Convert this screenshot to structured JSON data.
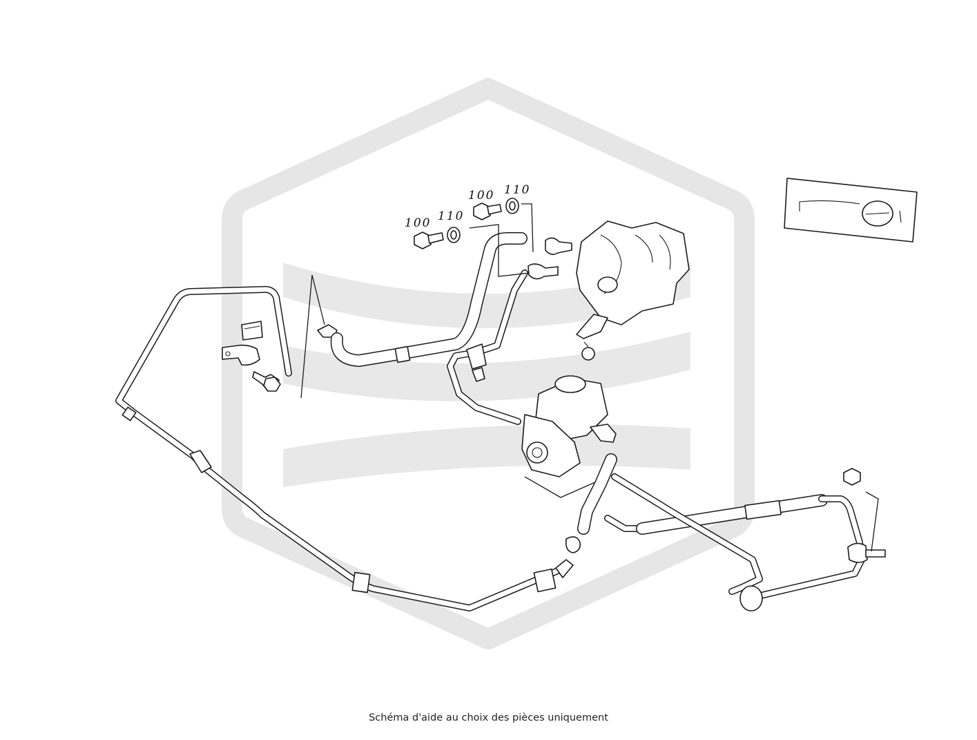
{
  "watermark": {
    "color": "#e6e6e6",
    "shape": "hexagon-logo"
  },
  "labels": {
    "left_pair": {
      "screw": "100",
      "washer": "110"
    },
    "right_pair": {
      "screw": "100",
      "washer": "110"
    }
  },
  "caption": "Schéma d'aide au choix des pièces uniquement",
  "colors": {
    "ink": "#1a1a1a",
    "background": "#ffffff",
    "watermark": "#e6e6e6"
  }
}
